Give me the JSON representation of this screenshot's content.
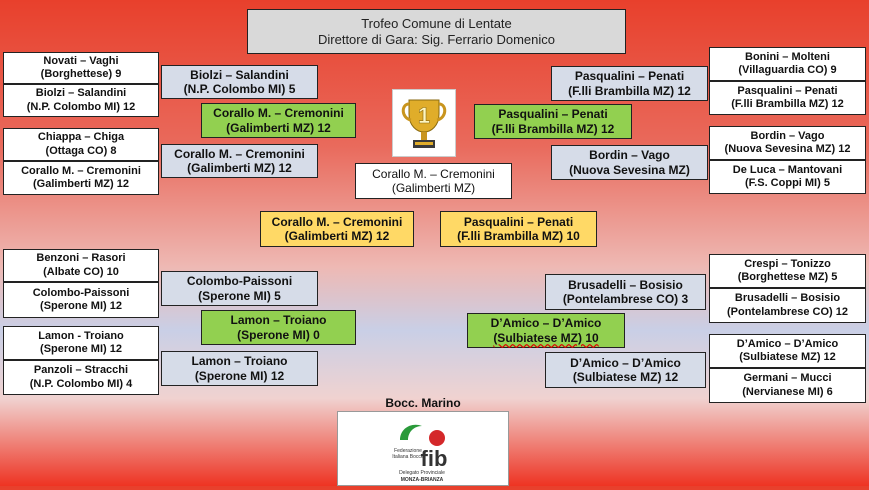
{
  "header": {
    "line1": "Trofeo Comune di Lentate",
    "line2": "Direttore di Gara: Sig. Ferrario Domenico"
  },
  "left": {
    "r1": [
      {
        "l1": "Novati – Vaghi",
        "l2": "(Borghettese)   9"
      },
      {
        "l1": "Biolzi – Salandini",
        "l2": "(N.P. Colombo MI)   12"
      },
      {
        "l1": "Chiappa – Chiga",
        "l2": "(Ottaga CO)         8"
      },
      {
        "l1": "Corallo M. – Cremonini",
        "l2": "(Galimberti MZ)    12"
      },
      {
        "l1": "Benzoni – Rasori",
        "l2": "(Albate CO)      10"
      },
      {
        "l1": "Colombo-Paissoni",
        "l2": "(Sperone MI)      12"
      },
      {
        "l1": "Lamon - Troiano",
        "l2": "(Sperone MI)        12"
      },
      {
        "l1": "Panzoli – Stracchi",
        "l2": "(N.P. Colombo MI)  4"
      }
    ],
    "r2": [
      {
        "l1": "Biolzi – Salandini",
        "l2": "(N.P. Colombo MI) 5"
      },
      {
        "l1": "Corallo M. – Cremonini",
        "l2": "(Galimberti MZ)     12"
      },
      {
        "l1": "Colombo-Paissoni",
        "l2": "(Sperone MI)      5"
      },
      {
        "l1": "Lamon – Troiano",
        "l2": "(Sperone MI) 12"
      }
    ],
    "r3": [
      {
        "l1": "Corallo M. – Cremonini",
        "l2": "(Galimberti MZ)  12"
      },
      {
        "l1": "Lamon – Troiano",
        "l2": "(Sperone MI)   0"
      }
    ],
    "final": {
      "l1": "Corallo M. – Cremonini",
      "l2": "(Galimberti MZ)   12"
    }
  },
  "right": {
    "r1": [
      {
        "l1": "Bonini – Molteni",
        "l2": "(Villaguardia CO)   9"
      },
      {
        "l1": "Pasqualini – Penati",
        "l2": "(F.lli Brambilla MZ)   12"
      },
      {
        "l1": "Bordin – Vago",
        "l2": "(Nuova Sevesina MZ)  12"
      },
      {
        "l1": "De Luca – Mantovani",
        "l2": "(F.S. Coppi MI)      5"
      },
      {
        "l1": "Crespi – Tonizzo",
        "l2": "(Borghettese MZ)     5"
      },
      {
        "l1": "Brusadelli – Bosisio",
        "l2": "(Pontelambrese CO)  12"
      },
      {
        "l1": "D’Amico – D’Amico",
        "l2": "(Sulbiatese MZ)  12"
      },
      {
        "l1": "Germani – Mucci",
        "l2": "(Nervianese MI)    6"
      }
    ],
    "r2": [
      {
        "l1": "Pasqualini – Penati",
        "l2": "(F.lli Brambilla MZ)  12"
      },
      {
        "l1": "Bordin – Vago",
        "l2": "(Nuova Sevesina MZ)"
      },
      {
        "l1": "Brusadelli – Bosisio",
        "l2": "(Pontelambrese CO)  3"
      },
      {
        "l1": "D’Amico – D’Amico",
        "l2": "(Sulbiatese MZ)   12"
      }
    ],
    "r3": [
      {
        "l1": "Pasqualini – Penati",
        "l2": "(F.lli Brambilla MZ)  12"
      },
      {
        "l1": "D’Amico – D’Amico",
        "l2": "(Sulbiatese MZ)   10"
      }
    ],
    "final": {
      "l1": "Pasqualini – Penati",
      "l2": "(F.lli Brambilla MZ)  10"
    }
  },
  "winner": {
    "l1": "Corallo M. – Cremonini",
    "l2": "(Galimberti MZ)"
  },
  "trophy": {
    "number": "1"
  },
  "venue": "Bocc. Marino",
  "logo": {
    "acronym": "fib",
    "line1": "Federazione",
    "line2": "Italiana Bocce",
    "line3": "Delegato Provinciale",
    "line4": "MONZA-BRIANZA"
  },
  "colors": {
    "r1": "#ffffff",
    "r2": "#d6dce8",
    "r3": "#92d050",
    "final": "#ffd966",
    "header": "#d9d9d9"
  }
}
